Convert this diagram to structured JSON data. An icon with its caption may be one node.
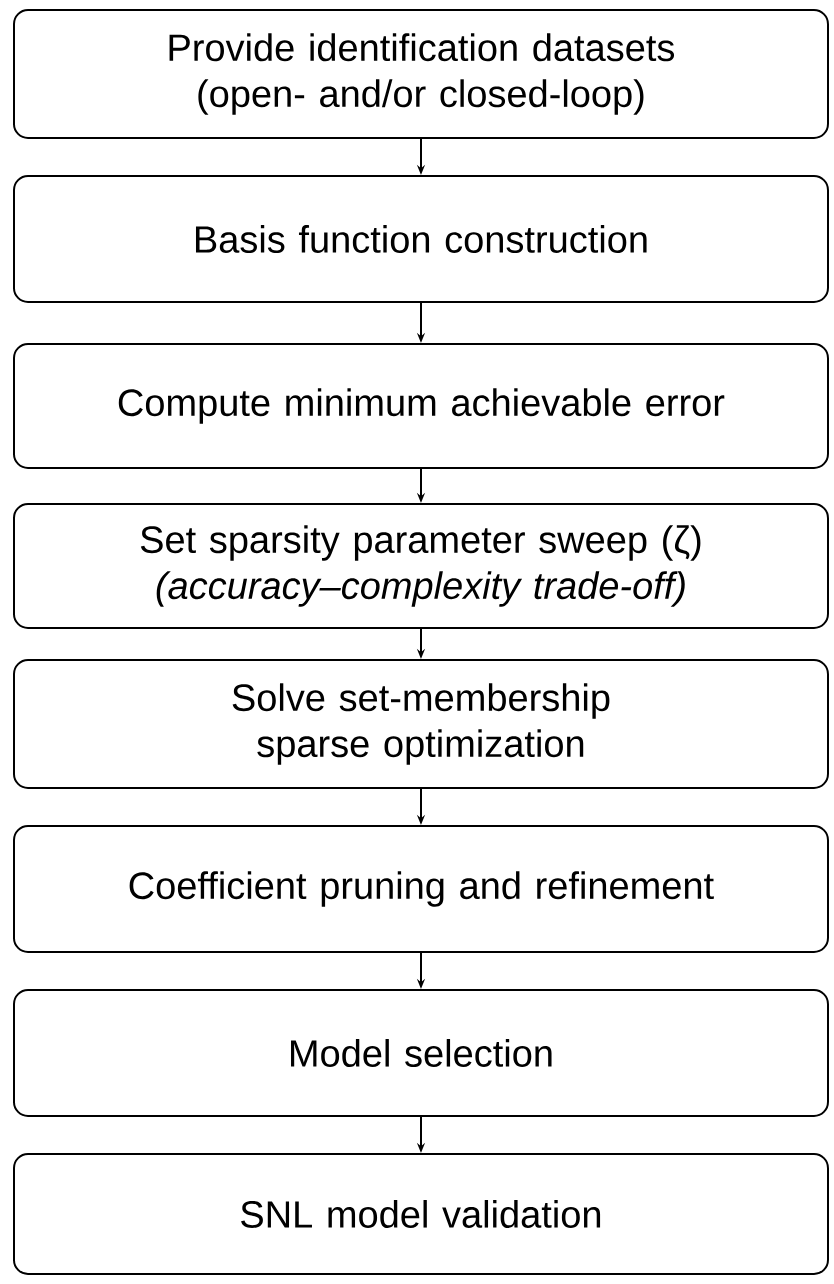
{
  "diagram": {
    "nodes": [
      {
        "text": [
          "Provide identification datasets (open- and/or closed-loop)"
        ]
      },
      {
        "text": [
          "Basis function construction"
        ]
      },
      {
        "text": [
          "Compute minimum achievable error"
        ]
      },
      {
        "text": [
          "Set sparsity parameter sweep (ζ)",
          "(accuracy–complexity trade-off)"
        ]
      },
      {
        "text": [
          "Solve set-membership sparse optimization"
        ]
      },
      {
        "text": [
          "Coefficient pruning and refinement"
        ]
      },
      {
        "text": [
          "Model selection"
        ]
      },
      {
        "text": [
          "SNL model validation"
        ]
      }
    ],
    "edges": [
      {
        "from": 0,
        "to": 1,
        "arrow": "to"
      },
      {
        "from": 1,
        "to": 2,
        "arrow": "to"
      },
      {
        "from": 2,
        "to": 3,
        "arrow": "to"
      },
      {
        "from": 3,
        "to": 4,
        "arrow": "to"
      },
      {
        "from": 4,
        "to": 5,
        "arrow": "to"
      },
      {
        "from": 5,
        "to": 6,
        "arrow": "to"
      },
      {
        "from": 6,
        "to": 7,
        "arrow": "to"
      }
    ]
  }
}
